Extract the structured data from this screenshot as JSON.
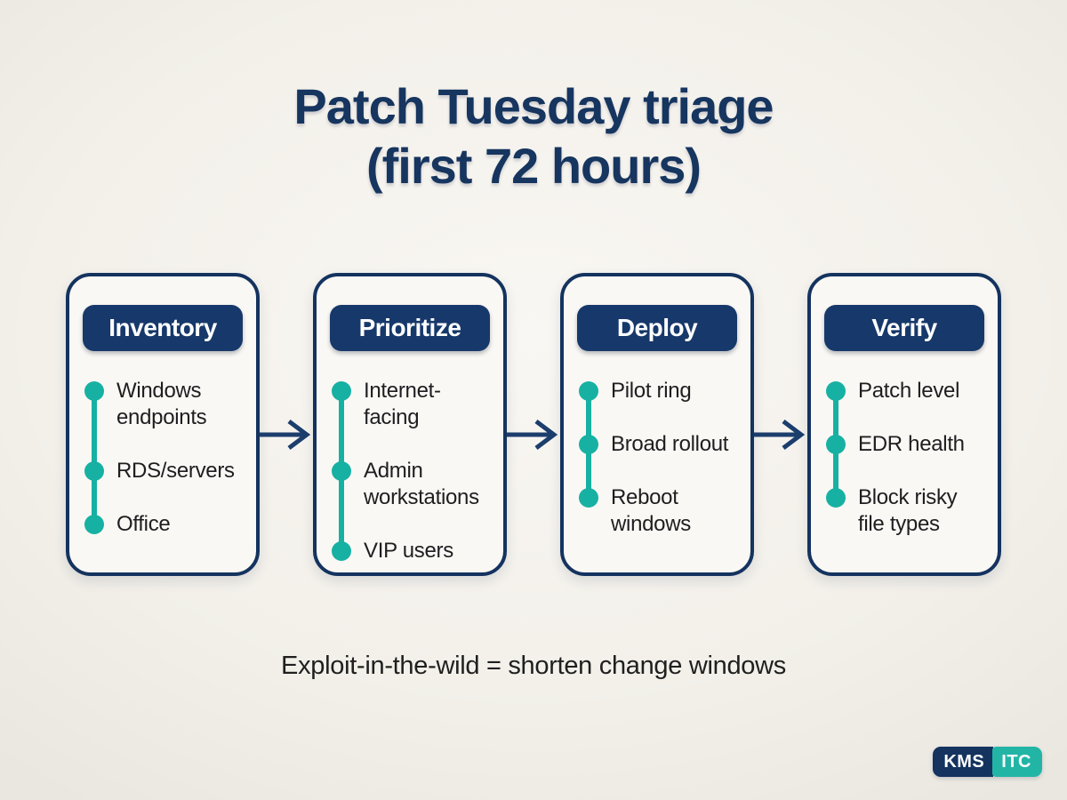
{
  "title": {
    "line1": "Patch Tuesday triage",
    "line2": "(first 72 hours)"
  },
  "flow": {
    "cards": [
      {
        "title": "Inventory",
        "items": [
          "Windows endpoints",
          "RDS/servers",
          "Office"
        ]
      },
      {
        "title": "Prioritize",
        "items": [
          "Internet-facing",
          "Admin workstations",
          "VIP users"
        ]
      },
      {
        "title": "Deploy",
        "items": [
          "Pilot ring",
          "Broad rollout",
          "Reboot windows"
        ]
      },
      {
        "title": "Verify",
        "items": [
          "Patch level",
          "EDR health",
          "Block risky file types"
        ]
      }
    ]
  },
  "footer": {
    "note": "Exploit-in-the-wild = shorten change windows"
  },
  "logo": {
    "left": "KMS",
    "right": "ITC"
  },
  "colors": {
    "navy": "#17386a",
    "navy_dark": "#14335f",
    "teal": "#17b1a3",
    "page_bg": "#f1eee8",
    "card_bg": "#faf8f4",
    "title_navy": "#16355f",
    "text": "#1e1e20"
  }
}
